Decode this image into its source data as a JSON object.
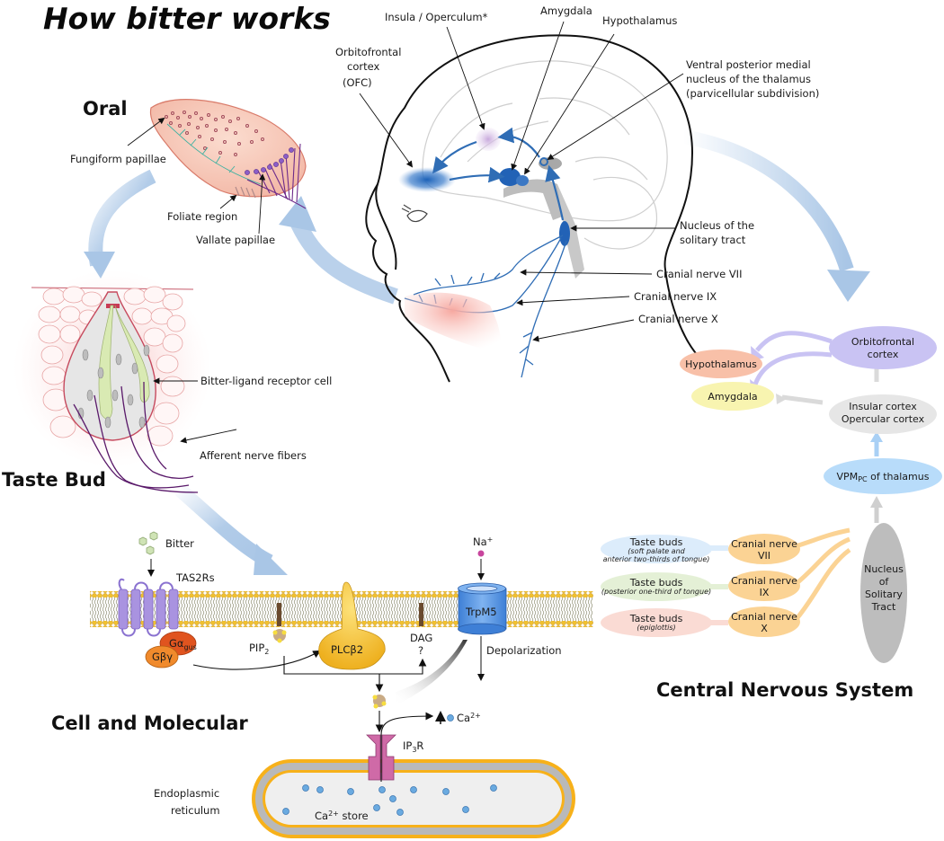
{
  "title": "How bitter works",
  "sections": {
    "oral": "Oral",
    "taste_bud": "Taste Bud",
    "cell_molecular": "Cell and Molecular",
    "cns": "Central Nervous System"
  },
  "oral_labels": {
    "fungiform": "Fungiform papillae",
    "foliate": "Foliate region",
    "vallate": "Vallate papillae"
  },
  "taste_bud_labels": {
    "receptor_cell": "Bitter-ligand receptor cell",
    "afferent": "Afferent nerve fibers"
  },
  "head_labels": {
    "ofc_line1": "Orbitofrontal",
    "ofc_line2": "cortex",
    "ofc_line3": "(OFC)",
    "insula": "Insula / Operculum*",
    "amygdala": "Amygdala",
    "hypothalamus": "Hypothalamus",
    "vpm_line1": "Ventral posterior medial",
    "vpm_line2": "nucleus of the thalamus",
    "vpm_line3": "(parvicellular subdivision)",
    "nts_line1": "Nucleus of the",
    "nts_line2": "solitary tract",
    "cn7": "Cranial nerve VII",
    "cn9": "Cranial nerve IX",
    "cn10": "Cranial nerve X"
  },
  "cns_nodes": {
    "ofc_line1": "Orbitofrontal",
    "ofc_line2": "cortex",
    "hypothalamus": "Hypothalamus",
    "amygdala": "Amygdala",
    "insular_line1": "Insular cortex",
    "insular_line2": "Opercular cortex",
    "vpm_main": "VPM",
    "vpm_sub": "PC",
    "vpm_rest": " of thalamus",
    "nts_line1": "Nucleus",
    "nts_line2": "of",
    "nts_line3": "Solitary",
    "nts_line4": "Tract",
    "taste_buds": [
      {
        "label": "Taste buds",
        "sub1": "(soft palate and",
        "sub2": "anterior two-thirds of tongue)",
        "nerve1": "Cranial nerve",
        "nerve2": "VII",
        "color": "#dcecfb"
      },
      {
        "label": "Taste buds",
        "sub1": "(posterior one-third of tongue)",
        "sub2": "",
        "nerve1": "Cranial nerve",
        "nerve2": "IX",
        "color": "#e4f0d6"
      },
      {
        "label": "Taste buds",
        "sub1": "(epiglottis)",
        "sub2": "",
        "nerve1": "Cranial nerve",
        "nerve2": "X",
        "color": "#fadbd4"
      }
    ]
  },
  "molecular_labels": {
    "bitter": "Bitter",
    "tas2rs": "TAS2Rs",
    "galpha": "Gα",
    "galpha_sub": "gus",
    "gbg": "Gβγ",
    "pip2": "PIP",
    "pip2_sub": "2",
    "plcb2": "PLCβ2",
    "dag": "DAG",
    "question": "?",
    "na": "Na",
    "na_sup": "+",
    "trpm5": "TrpM5",
    "depolarization": "Depolarization",
    "ca_up": "Ca",
    "ca_sup": "2+",
    "ip3r": "IP",
    "ip3r_sub": "3",
    "ip3r_rest": "R",
    "er_line1": "Endoplasmic",
    "er_line2": "reticulum",
    "ca_store": "Ca",
    "ca_store_sup": "2+",
    "ca_store_rest": " store"
  },
  "colors": {
    "flow_arrow": "#a9c6e6",
    "nerve_blue": "#2f6db5",
    "ofc_purple": "#c9c3f3",
    "hypo_salmon": "#f8c0a8",
    "amyg_yellow": "#f8f4b0",
    "insular_gray": "#e6e6e6",
    "vpm_blue": "#b8dcfa",
    "nerve_orange": "#fbd394",
    "nts_gray": "#bdbdbd",
    "membrane_gold": "#e8b52c",
    "receptor_purple": "#a993e0",
    "plc_yellow": "#f4c22b",
    "trpm5_blue": "#5b9ae6",
    "ip3r_pink": "#cf6aa7",
    "er_orange": "#f7b11a"
  }
}
